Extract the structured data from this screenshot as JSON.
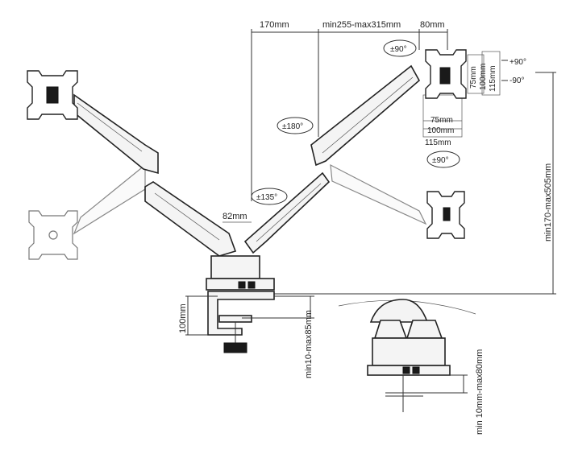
{
  "dimensions": {
    "top_170": "170mm",
    "top_range": "min255-max315mm",
    "top_80": "80mm",
    "vesa_75_v": "75mm",
    "vesa_100_v": "100mm",
    "vesa_115_v": "115mm",
    "vesa_75_h": "75mm",
    "vesa_100_h": "100mm",
    "vesa_115_h": "115mm",
    "pole_82": "82mm",
    "height_range": "min170-max505mm",
    "clamp_100": "100mm",
    "clamp_range": "min10-max85mm",
    "grommet_range": "min 10mm-max80mm"
  },
  "rotations": {
    "tilt_up": "+90°",
    "tilt_down": "-90°",
    "swivel_top": "±90°",
    "swivel_bottom": "±90°",
    "arm_180": "±180°",
    "arm_135": "±135°"
  },
  "icons": {
    "vesa_plate": "vesa-plate-icon",
    "rotate_arrow": "rotate-arrow-icon"
  }
}
